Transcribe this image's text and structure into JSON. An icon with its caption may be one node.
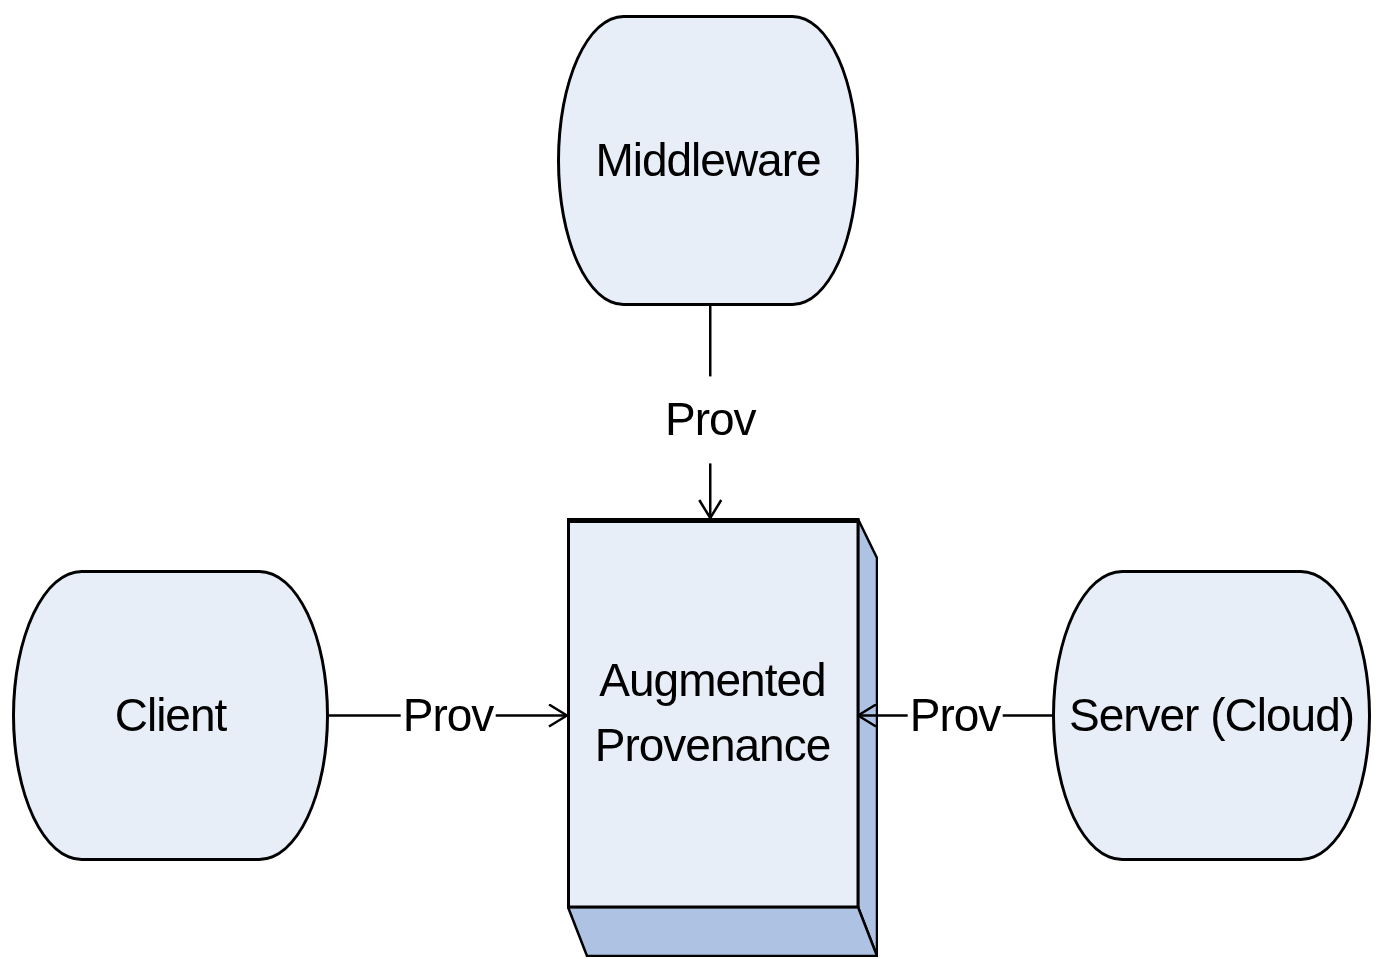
{
  "diagram": {
    "nodes": [
      {
        "text": [
          "Middleware"
        ]
      },
      {
        "text": [
          "Client"
        ]
      },
      {
        "text": [
          "Augmented Provenance"
        ]
      },
      {
        "text": [
          "Server (Cloud)"
        ]
      }
    ],
    "edges": [
      {
        "from": 0,
        "to": 2,
        "arrow": "to",
        "label": "Prov"
      },
      {
        "from": 1,
        "to": 2,
        "arrow": "to",
        "label": "Prov"
      },
      {
        "from": 3,
        "to": 2,
        "arrow": "to",
        "label": "Prov"
      }
    ]
  }
}
